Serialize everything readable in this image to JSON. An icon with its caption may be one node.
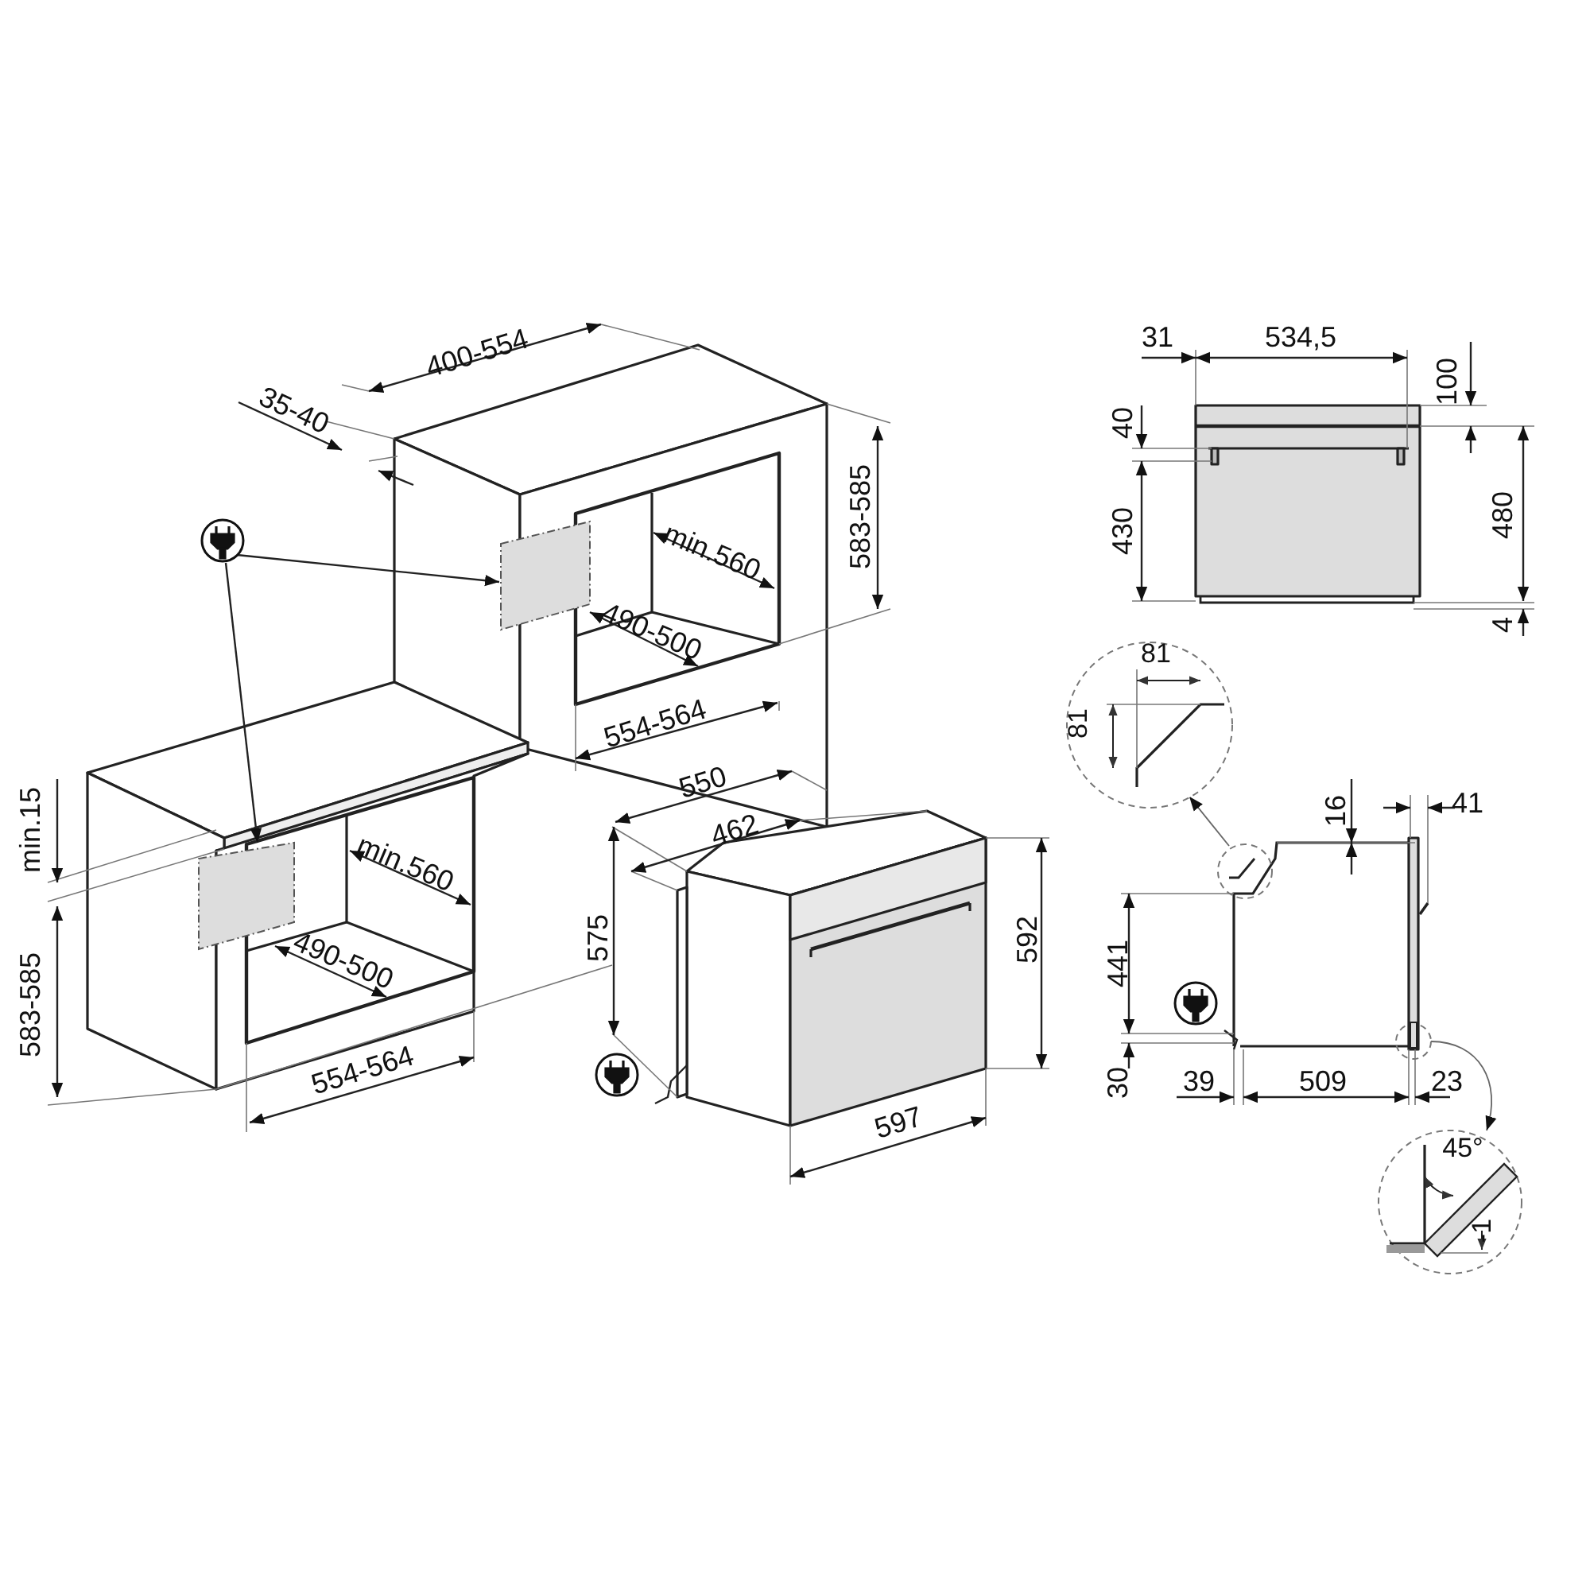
{
  "diagram": {
    "nodes": [
      {
        "text": [],
        "shape": "picture"
      },
      {
        "text": [],
        "shape": "box"
      },
      {
        "text": [],
        "shape": "box"
      },
      {
        "text": [],
        "shape": "circle"
      },
      {
        "text": [
          "81",
          "81"
        ]
      },
      {
        "text": [],
        "shape": "circle"
      },
      {
        "text": [
          "45°",
          "-1"
        ]
      }
    ],
    "edges": [
      {
        "from": 0,
        "to": 1,
        "arrow": "to"
      },
      {
        "from": 0,
        "to": 2,
        "arrow": "to"
      },
      {
        "from": 3,
        "to": 4,
        "arrow": "to"
      },
      {
        "from": 5,
        "to": 6,
        "arrow": "to"
      }
    ],
    "labels": [
      "400-554",
      "35-40",
      "583-585",
      "min.560",
      "490-500",
      "554-564",
      "min.15",
      "min.560",
      "583-585",
      "490-500",
      "554-564",
      "550",
      "462",
      "575",
      "592",
      "597",
      "31",
      "534,5",
      "100",
      "40",
      "430",
      "480",
      "4",
      "16",
      "41",
      "441",
      "30",
      "39",
      "509",
      "23"
    ]
  }
}
